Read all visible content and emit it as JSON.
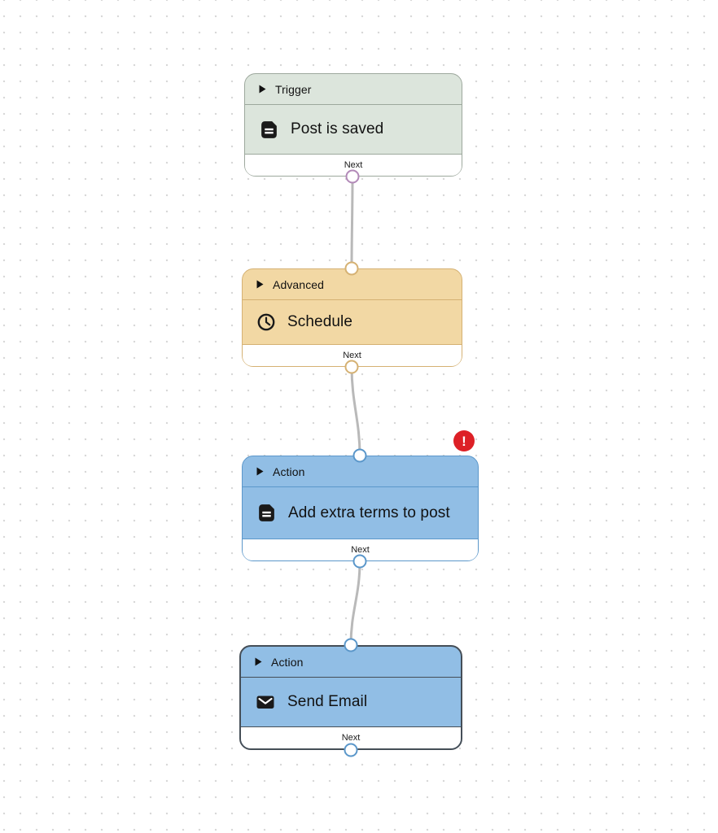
{
  "canvas": {
    "background_color": "#ffffff",
    "dot_color": "#d8d8d8",
    "edge_color": "#b9b9b9"
  },
  "nodes": [
    {
      "category": "Trigger",
      "title": "Post is saved",
      "icon": "document-icon",
      "output_label": "Next",
      "fill": "#dce5dc",
      "border_color": "#9da89d",
      "port_color": "#b289b8",
      "has_input": false,
      "selected": false,
      "has_error": false
    },
    {
      "category": "Advanced",
      "title": "Schedule",
      "icon": "clock-icon",
      "output_label": "Next",
      "fill": "#f2d8a4",
      "border_color": "#d5b173",
      "port_color": "#d5b173",
      "has_input": true,
      "selected": false,
      "has_error": false
    },
    {
      "category": "Action",
      "title": "Add extra terms to post",
      "icon": "document-icon",
      "output_label": "Next",
      "fill": "#91bee5",
      "border_color": "#5b97ca",
      "port_color": "#5b97ca",
      "has_input": true,
      "selected": false,
      "has_error": true
    },
    {
      "category": "Action",
      "title": "Send Email",
      "icon": "envelope-icon",
      "output_label": "Next",
      "fill": "#91bee5",
      "border_color": "#454e57",
      "port_color": "#5b97ca",
      "has_input": true,
      "selected": true,
      "has_error": false
    }
  ],
  "edges": [
    {
      "from": "Post is saved",
      "to": "Schedule"
    },
    {
      "from": "Schedule",
      "to": "Add extra terms to post"
    },
    {
      "from": "Add extra terms to post",
      "to": "Send Email"
    }
  ],
  "error_badge": {
    "glyph": "!",
    "color": "#dd2026"
  }
}
